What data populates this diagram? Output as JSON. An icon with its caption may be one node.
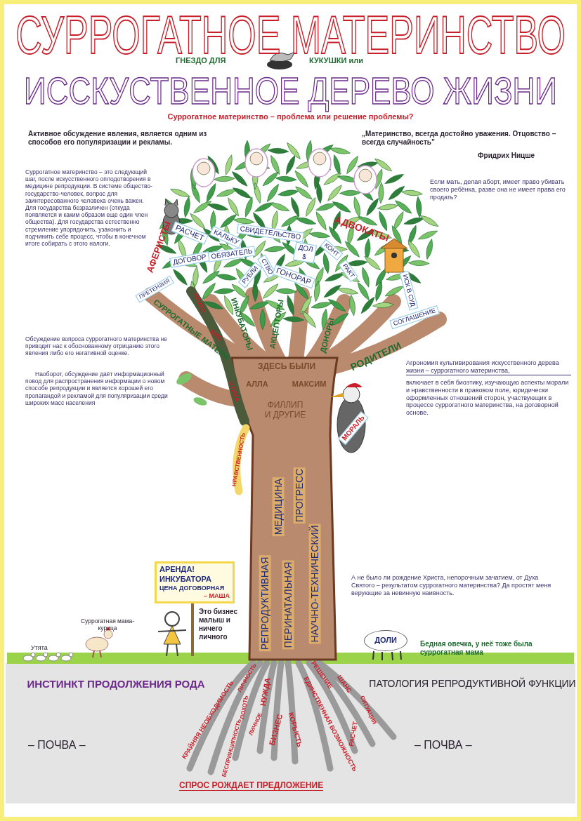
{
  "diagram": {
    "title": "СУРРОГАТНОЕ МАТЕРИНСТВО",
    "nodes": [
      {
        "text": [
          "АРЕНДА!",
          "ИНКУБАТОРА",
          "ЦЕНА ДОГОВОРНАЯ",
          "– МАША"
        ]
      },
      {
        "text": [
          "ДОЛИ"
        ]
      }
    ],
    "labels": [
      "ГНЕЗДО ДЛЯ",
      "КУКУШКИ или",
      "ИССКУСТВЕННОЕ ДЕРЕВО ЖИЗНИ",
      "Суррогатное материнство – проблема или решение проблемы?",
      "Активное обсуждение явления, является одним из способов его популяризации и рекламы.",
      "„Материнство, всегда достойно уважения. Отцовство – всегда случайность”",
      "Фридрих Ницше",
      "Суррогатное материнство – это следующий шаг, после искусственного оплодотворения в медицине репродукции. В системе общество-государство-человек, вопрос для заинтересованного человека очень важен. Для государства безразличен (откуда появляется и каким образом еще один член общества). Для государства естественно стремление упорядочить, узаконить и подчинить себе процесс, чтобы в конечном итоге собирать с этого налоги.",
      "Если мать, делая аборт, имеет право убивать своего ребёнка, разве она не имеет права его продать?",
      "АФЕРИСТЫ",
      "РАСЧЕТ",
      "КАЛЬКУ",
      "СВИДЕТЕЛЬСТВО",
      "АДВОКАТЫ",
      "ДОГОВОР",
      "ОБЯЗАТЕЛЬ",
      "ДОЛ $",
      "КОНТ",
      "СТВО",
      "РУБЛИ",
      "ГОНОРАР",
      "РАКТ",
      "ПРЕТЕНЗИЯ",
      "ИСК В СУД",
      "СОГЛАШЕНИЕ",
      "СУРРОГАТНЫЕ МАТЕРИ",
      "НАУКА",
      "ИНКУБАТОРЫ",
      "АКЦЕПТОРЫ",
      "ДОНОРЫ",
      "БИО",
      "Обсуждение вопроса суррогатного материнства не приводит нас к обоснованному отрицанию этого явления либо его негативной оценке.",
      "Наоборот, обсуждение даёт информационный повод для распространения информации о новом способе репродукции и является хорошей его пропагандой и рекламой для популяризации среди широких масс населения",
      "ЗДЕСЬ БЫЛИ",
      "РОДИТЕЛИ",
      "АЛЛА",
      "МАКСИМ",
      "Агрономия культивирования искусственного дерева жизни – суррогатного материнства,",
      "включает в себя биоэтику, изучающую аспекты морали и нравственности в правовом поле, юридически оформленных отношений сторон, участвующих в процессе суррогатного материнства, на договорной основе.",
      "ЭТИКА",
      "ФИЛЛИП И ДРУГИЕ",
      "МОРАЛЬ",
      "НРАВСТВЕННОСТЬ",
      "МЕДИЦИНА",
      "ПРОГРЕСС",
      "РЕПРОДУКТИВНАЯ",
      "ПЕРИНАТАЛЬНАЯ",
      "НАУЧНО-ТЕХНИЧЕСКИЙ",
      "А не было ли рождение Христа, непорочным зачатием, от Духа Святого – результатом суррогатного материнства? Да простят меня верующие за невинную наивность.",
      "Это бизнес малыш и ничего личного",
      "Суррогатная мама-курица",
      "Утята",
      "Бедная овечка, у неё тоже была суррогатная мама",
      "ИНСТИНКТ ПРОДОЛЖЕНИЯ РОДА",
      "ПАТОЛОГИЯ РЕПРОДУКТИВНОЙ ФУНКЦИИ",
      "КРАЙНЯЯ НЕОБХОДИМОСТЬ",
      "ЛИЧНОСТЬ",
      "НУЖДА",
      "РЕШЕНИЕ",
      "ЕДИНСТВЕННАЯ ВОЗМОЖНОСТЬ",
      "ШАНС",
      "ПОХОТЬ",
      "ЛИЧНОЕ",
      "БИЗНЕС",
      "КОРЫСТЬ",
      "СИТУАЦИЯ",
      "БЕСПРИНЦИПНОСТЬ",
      "РАСЧЕТ",
      "– ПОЧВА –",
      "– ПОЧВА –",
      "СПРОС РОЖДАЕТ ПРЕДЛОЖЕНИЕ"
    ]
  }
}
